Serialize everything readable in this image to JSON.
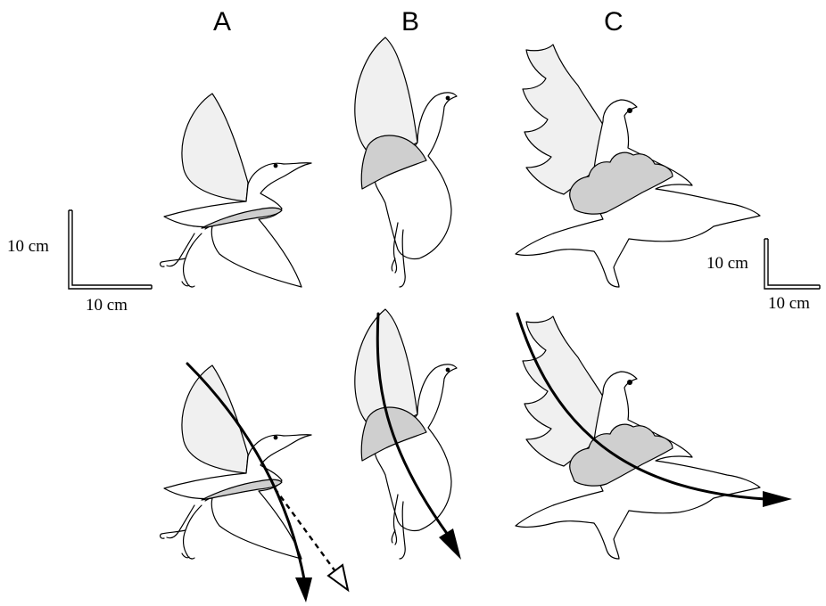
{
  "panels": [
    {
      "id": "A",
      "label": "A"
    },
    {
      "id": "B",
      "label": "B"
    },
    {
      "id": "C",
      "label": "C"
    }
  ],
  "scale_bars": [
    {
      "vertical_label": "10 cm",
      "horizontal_label": "10 cm"
    },
    {
      "vertical_label": "10 cm",
      "horizontal_label": "10 cm"
    }
  ],
  "colors": {
    "wing_fill": "#f0f0f0",
    "covert_fill": "#cfcfcf",
    "outline": "#000000"
  }
}
